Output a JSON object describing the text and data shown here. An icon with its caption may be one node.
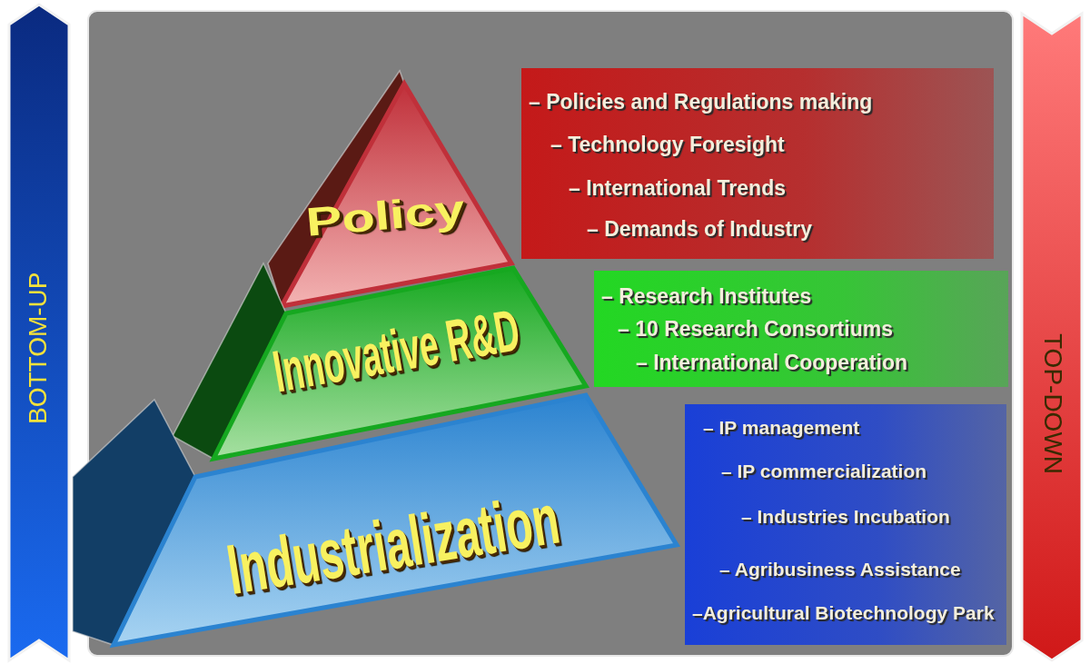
{
  "diagram": {
    "nodes": [
      {
        "text": [
          "Policy"
        ]
      },
      {
        "text": [
          "– Policies and Regulations making",
          "– Technology Foresight",
          "– International Trends",
          "– Demands of Industry"
        ]
      },
      {
        "text": [
          "Innovative R&D"
        ]
      },
      {
        "text": [
          "– Research Institutes",
          "– 10 Research Consortiums",
          "– International Cooperation"
        ]
      },
      {
        "text": [
          "Industrialization"
        ]
      },
      {
        "text": [
          "– IP management",
          "– IP commercialization",
          "– Industries Incubation",
          "– Agribusiness Assistance",
          "–Agricultural Biotechnology Park"
        ]
      },
      {
        "text": [
          "BOTTOM-UP"
        ]
      },
      {
        "text": [
          "TOP-DOWN"
        ]
      }
    ]
  }
}
